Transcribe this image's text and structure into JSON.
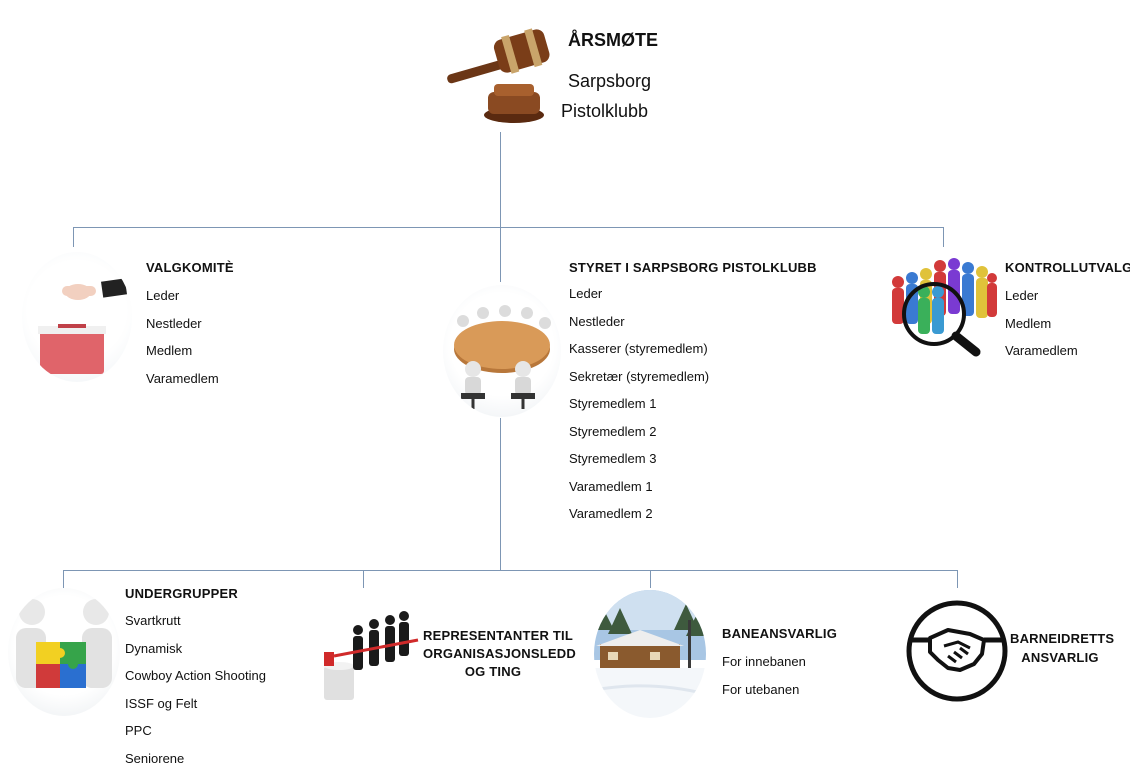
{
  "top": {
    "title": "ÅRSMØTE",
    "line1": "Sarpsborg",
    "line2": "Pistolklubb",
    "icon": "gavel-icon"
  },
  "valgkomite": {
    "title": "VALGKOMITÈ",
    "items": [
      "Leder",
      "Nestleder",
      "Medlem",
      "Varamedlem"
    ],
    "icon": "ballot-box-icon"
  },
  "styret": {
    "title": "STYRET I SARPSBORG PISTOLKLUBB",
    "items": [
      "Leder",
      "Nestleder",
      "Kasserer (styremedlem)",
      "Sekretær (styremedlem)",
      "Styremedlem 1",
      "Styremedlem 2",
      "Styremedlem 3",
      "Varamedlem 1",
      "Varamedlem 2"
    ],
    "icon": "meeting-table-icon"
  },
  "kontrollutvalg": {
    "title": "KONTROLLUTVALG",
    "items": [
      "Leder",
      "Medlem",
      "Varamedlem"
    ],
    "icon": "magnifier-people-icon"
  },
  "undergrupper": {
    "title": "UNDERGRUPPER",
    "items": [
      "Svartkrutt",
      "Dynamisk",
      "Cowboy Action Shooting",
      "ISSF og Felt",
      "PPC",
      "Seniorene"
    ],
    "icon": "puzzle-people-icon"
  },
  "representanter": {
    "line1": "REPRESENTANTER TIL",
    "line2": "ORGANISASJONSLEDD",
    "line3": "OG TING",
    "icon": "voting-queue-icon"
  },
  "baneansvarlig": {
    "title": "BANEANSVARLIG",
    "items": [
      "For innebanen",
      "For utebanen"
    ],
    "icon": "winter-range-icon"
  },
  "barneidrett": {
    "line1": "BARNEIDRETTS",
    "line2": "ANSVARLIG",
    "icon": "handshake-icon"
  },
  "colors": {
    "connector": "#7d96b4"
  }
}
